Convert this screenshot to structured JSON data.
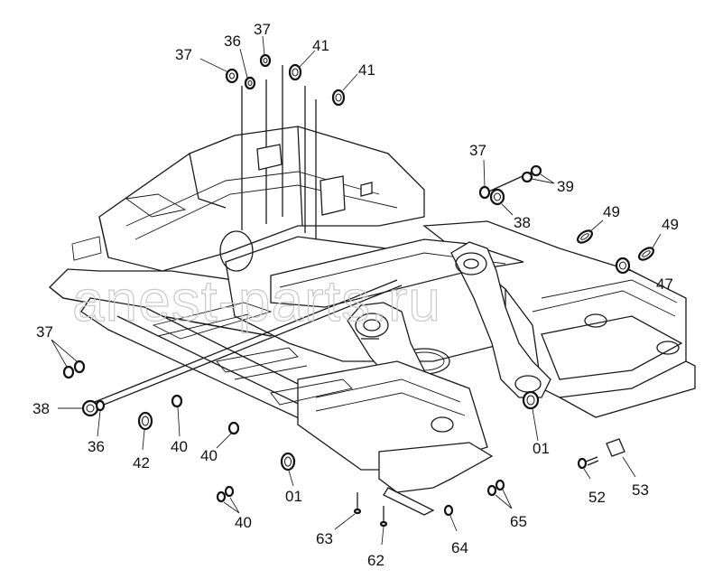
{
  "watermark": "anest-parts.ru",
  "callouts": [
    "37",
    "36",
    "37",
    "41",
    "41",
    "37",
    "39",
    "38",
    "49",
    "49",
    "47",
    "37",
    "38",
    "36",
    "42",
    "40",
    "40",
    "01",
    "40",
    "63",
    "62",
    "64",
    "65",
    "01",
    "52",
    "53"
  ]
}
